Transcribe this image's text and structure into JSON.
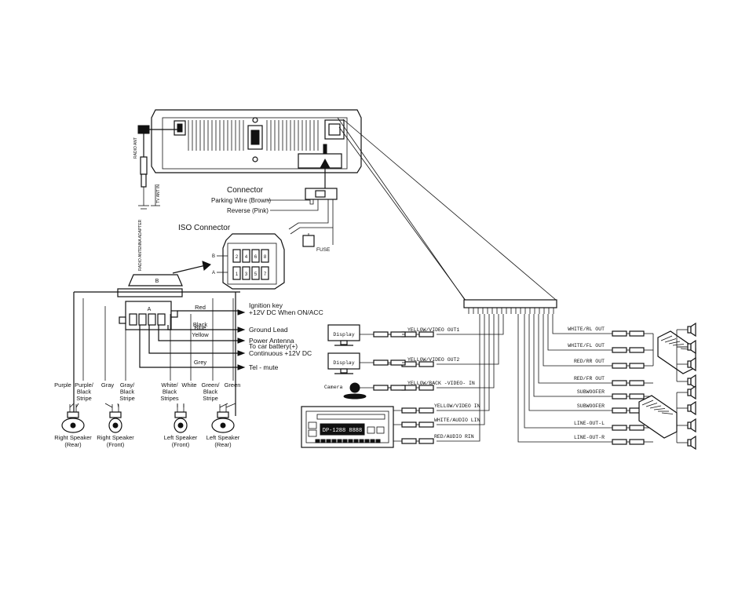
{
  "head_unit": {
    "radio_ant": "RADIO ANT",
    "tv_ant_in": "TV ANT IN",
    "radio_antenna_adapter": "RADIO ANTENNA ADAPTER"
  },
  "connector": {
    "title": "Connector",
    "parking_wire": "Parking Wire (Brown)",
    "reverse": "Reverse (Pink)",
    "fuse": "FUSE"
  },
  "iso": {
    "title": "ISO Connector",
    "row_b": "B",
    "row_a": "A",
    "block_b": "B",
    "block_a": "A"
  },
  "wires": [
    {
      "color": "Red",
      "desc": "Ignition key\n+12V DC When ON/ACC"
    },
    {
      "color": "Black",
      "desc": "Ground Lead"
    },
    {
      "color": "Blue\nYellow",
      "desc": "Power Antenna"
    },
    {
      "color": "",
      "desc": "To car battery(+)\nContinuous +12V DC"
    },
    {
      "color": "Grey",
      "desc": "Tel - mute"
    }
  ],
  "speaker_wires": [
    {
      "label": "Purple"
    },
    {
      "label": "Purple/\nBlack\nStripe"
    },
    {
      "label": "Gray"
    },
    {
      "label": "Gray/\nBlack\nStripe"
    },
    {
      "label": "White/\nBlack\nStripes"
    },
    {
      "label": "White"
    },
    {
      "label": "Green/\nBlack\nStripe"
    },
    {
      "label": "Green"
    }
  ],
  "speakers": [
    {
      "label": "Right Speaker\n(Rear)"
    },
    {
      "label": "Right Speaker\n(Front)"
    },
    {
      "label": "Left Speaker\n(Front)"
    },
    {
      "label": "Left Speaker\n(Rear)"
    }
  ],
  "av_left": [
    {
      "label": "YELLOW/VIDEO OUT1",
      "device": "Display"
    },
    {
      "label": "YELLOW/VIDEO OUT2",
      "device": "Display"
    },
    {
      "label": "YELLOW/BACK -VIDEO- IN",
      "device": "Camera"
    },
    {
      "label": "YELLOW/VIDEO IN",
      "device": ""
    },
    {
      "label": "WHITE/AUDIO LIN",
      "device": ""
    },
    {
      "label": "RED/AUDIO RIN",
      "device": ""
    }
  ],
  "av_right": [
    {
      "label": "WHITE/RL OUT"
    },
    {
      "label": "WHITE/FL OUT"
    },
    {
      "label": "RED/RR OUT"
    },
    {
      "label": "RED/FR OUT"
    },
    {
      "label": "SUBWOOFER"
    },
    {
      "label": "SUBWOOFER"
    },
    {
      "label": "LINE-OUT-L"
    },
    {
      "label": "LINE-OUT-R"
    }
  ],
  "dvd_display": "DP-1288 8888"
}
